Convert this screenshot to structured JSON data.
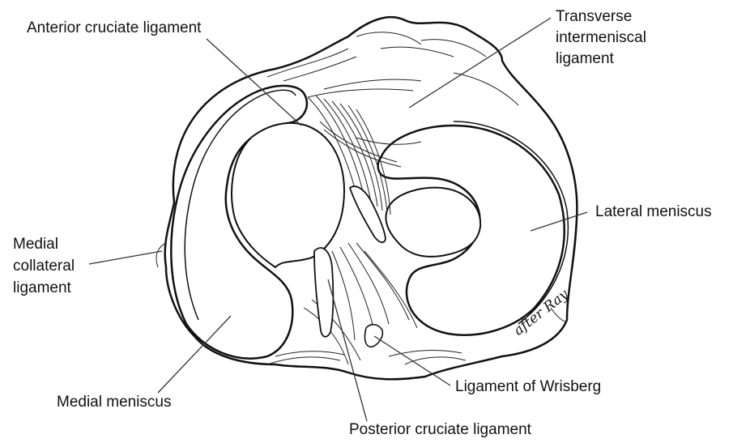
{
  "labels": {
    "anterior_cruciate": "Anterior cruciate ligament",
    "transverse_1": "Transverse",
    "transverse_2": "intermeniscal",
    "transverse_3": "ligament",
    "lateral_meniscus": "Lateral meniscus",
    "medial_collateral_1": "Medial",
    "medial_collateral_2": "collateral",
    "medial_collateral_3": "ligament",
    "medial_meniscus": "Medial meniscus",
    "wrisberg": "Ligament of Wrisberg",
    "posterior_cruciate": "Posterior cruciate ligament"
  },
  "signature": "after Ray",
  "colors": {
    "ink": "#111111",
    "paper": "#ffffff",
    "leader": "#333333"
  }
}
